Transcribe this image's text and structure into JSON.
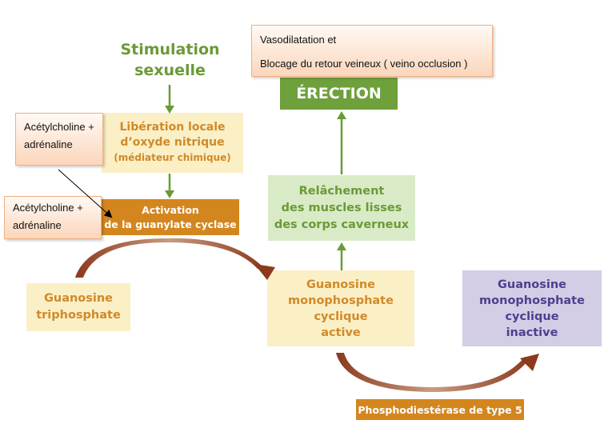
{
  "nodes": {
    "stimulation": {
      "line1": "Stimulation",
      "line2": "sexuelle"
    },
    "liberation": {
      "line1": "Libération locale",
      "line2": "d’oxyde nitrique",
      "line3": "(médiateur chimique)"
    },
    "activation": {
      "line1": "Activation",
      "line2": "de la guanylate cyclase"
    },
    "gtp": {
      "line1": "Guanosine",
      "line2": "triphosphate"
    },
    "gmpc_active": {
      "line1": "Guanosine",
      "line2": "monophosphate",
      "line3": "cyclique",
      "line4": "active"
    },
    "gmpc_inactive": {
      "line1": "Guanosine",
      "line2": "monophosphate",
      "line3": "cyclique",
      "line4": "inactive"
    },
    "relachement": {
      "line1": "Relâchement",
      "line2": "des muscles lisses",
      "line3": "des corps caverneux"
    },
    "erection": {
      "label": "ÉRECTION"
    },
    "pde5": {
      "label": "Phosphodiestérase de type 5"
    }
  },
  "notes": {
    "acetylcholine_top": {
      "line1": "Acétylcholine +",
      "line2": "adrénaline"
    },
    "acetylcholine_bottom": {
      "line1": "Acétylcholine +",
      "line2": "adrénaline"
    },
    "vasodilatation": {
      "line1": "Vasodilatation et",
      "line2": "Blocage du retour veineux ( veino occlusion )"
    }
  },
  "colors": {
    "green_arrow": "#6a9a35",
    "brown_arrow": "#8b3a1e",
    "yellow_box": "#fbefc5",
    "orange_box": "#d4861e",
    "green_box": "#d9eac7",
    "erection_box": "#6ea03c",
    "purple_box": "#d3cde6"
  }
}
